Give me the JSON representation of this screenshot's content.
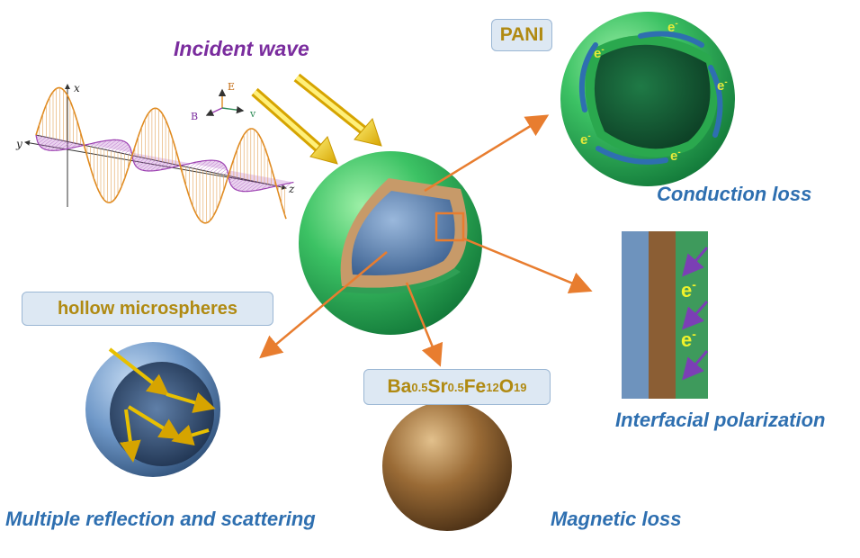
{
  "labels": {
    "incident_wave": "Incident wave",
    "pani": "PANI",
    "conduction_loss": "Conduction loss",
    "hollow_microspheres": "hollow microspheres",
    "interfacial_polarization": "Interfacial polarization",
    "magnetic_loss": "Magnetic loss",
    "multiple_reflection": "Multiple reflection and scattering"
  },
  "formula": [
    {
      "t": "Ba"
    },
    {
      "s": "0.5"
    },
    {
      "t": "Sr"
    },
    {
      "s": "0.5"
    },
    {
      "t": "Fe"
    },
    {
      "s": "12"
    },
    {
      "t": "O"
    },
    {
      "s": "19"
    }
  ],
  "wave_axes": {
    "x": "x",
    "y": "y",
    "z": "z",
    "E": "E",
    "B": "B",
    "v": "v"
  },
  "electron_symbol": "e",
  "electron_superscript": "-",
  "colors": {
    "purple_text": "#7a2c9e",
    "blue_text": "#2e6fb0",
    "gold_text": "#b08a12",
    "label_box": "#dde8f3",
    "arrow_orange": "#e87d2f",
    "pani_green": "#3fbf62",
    "core_blue": "#6e93bd",
    "ferrite_brown": "#8b5e34"
  }
}
